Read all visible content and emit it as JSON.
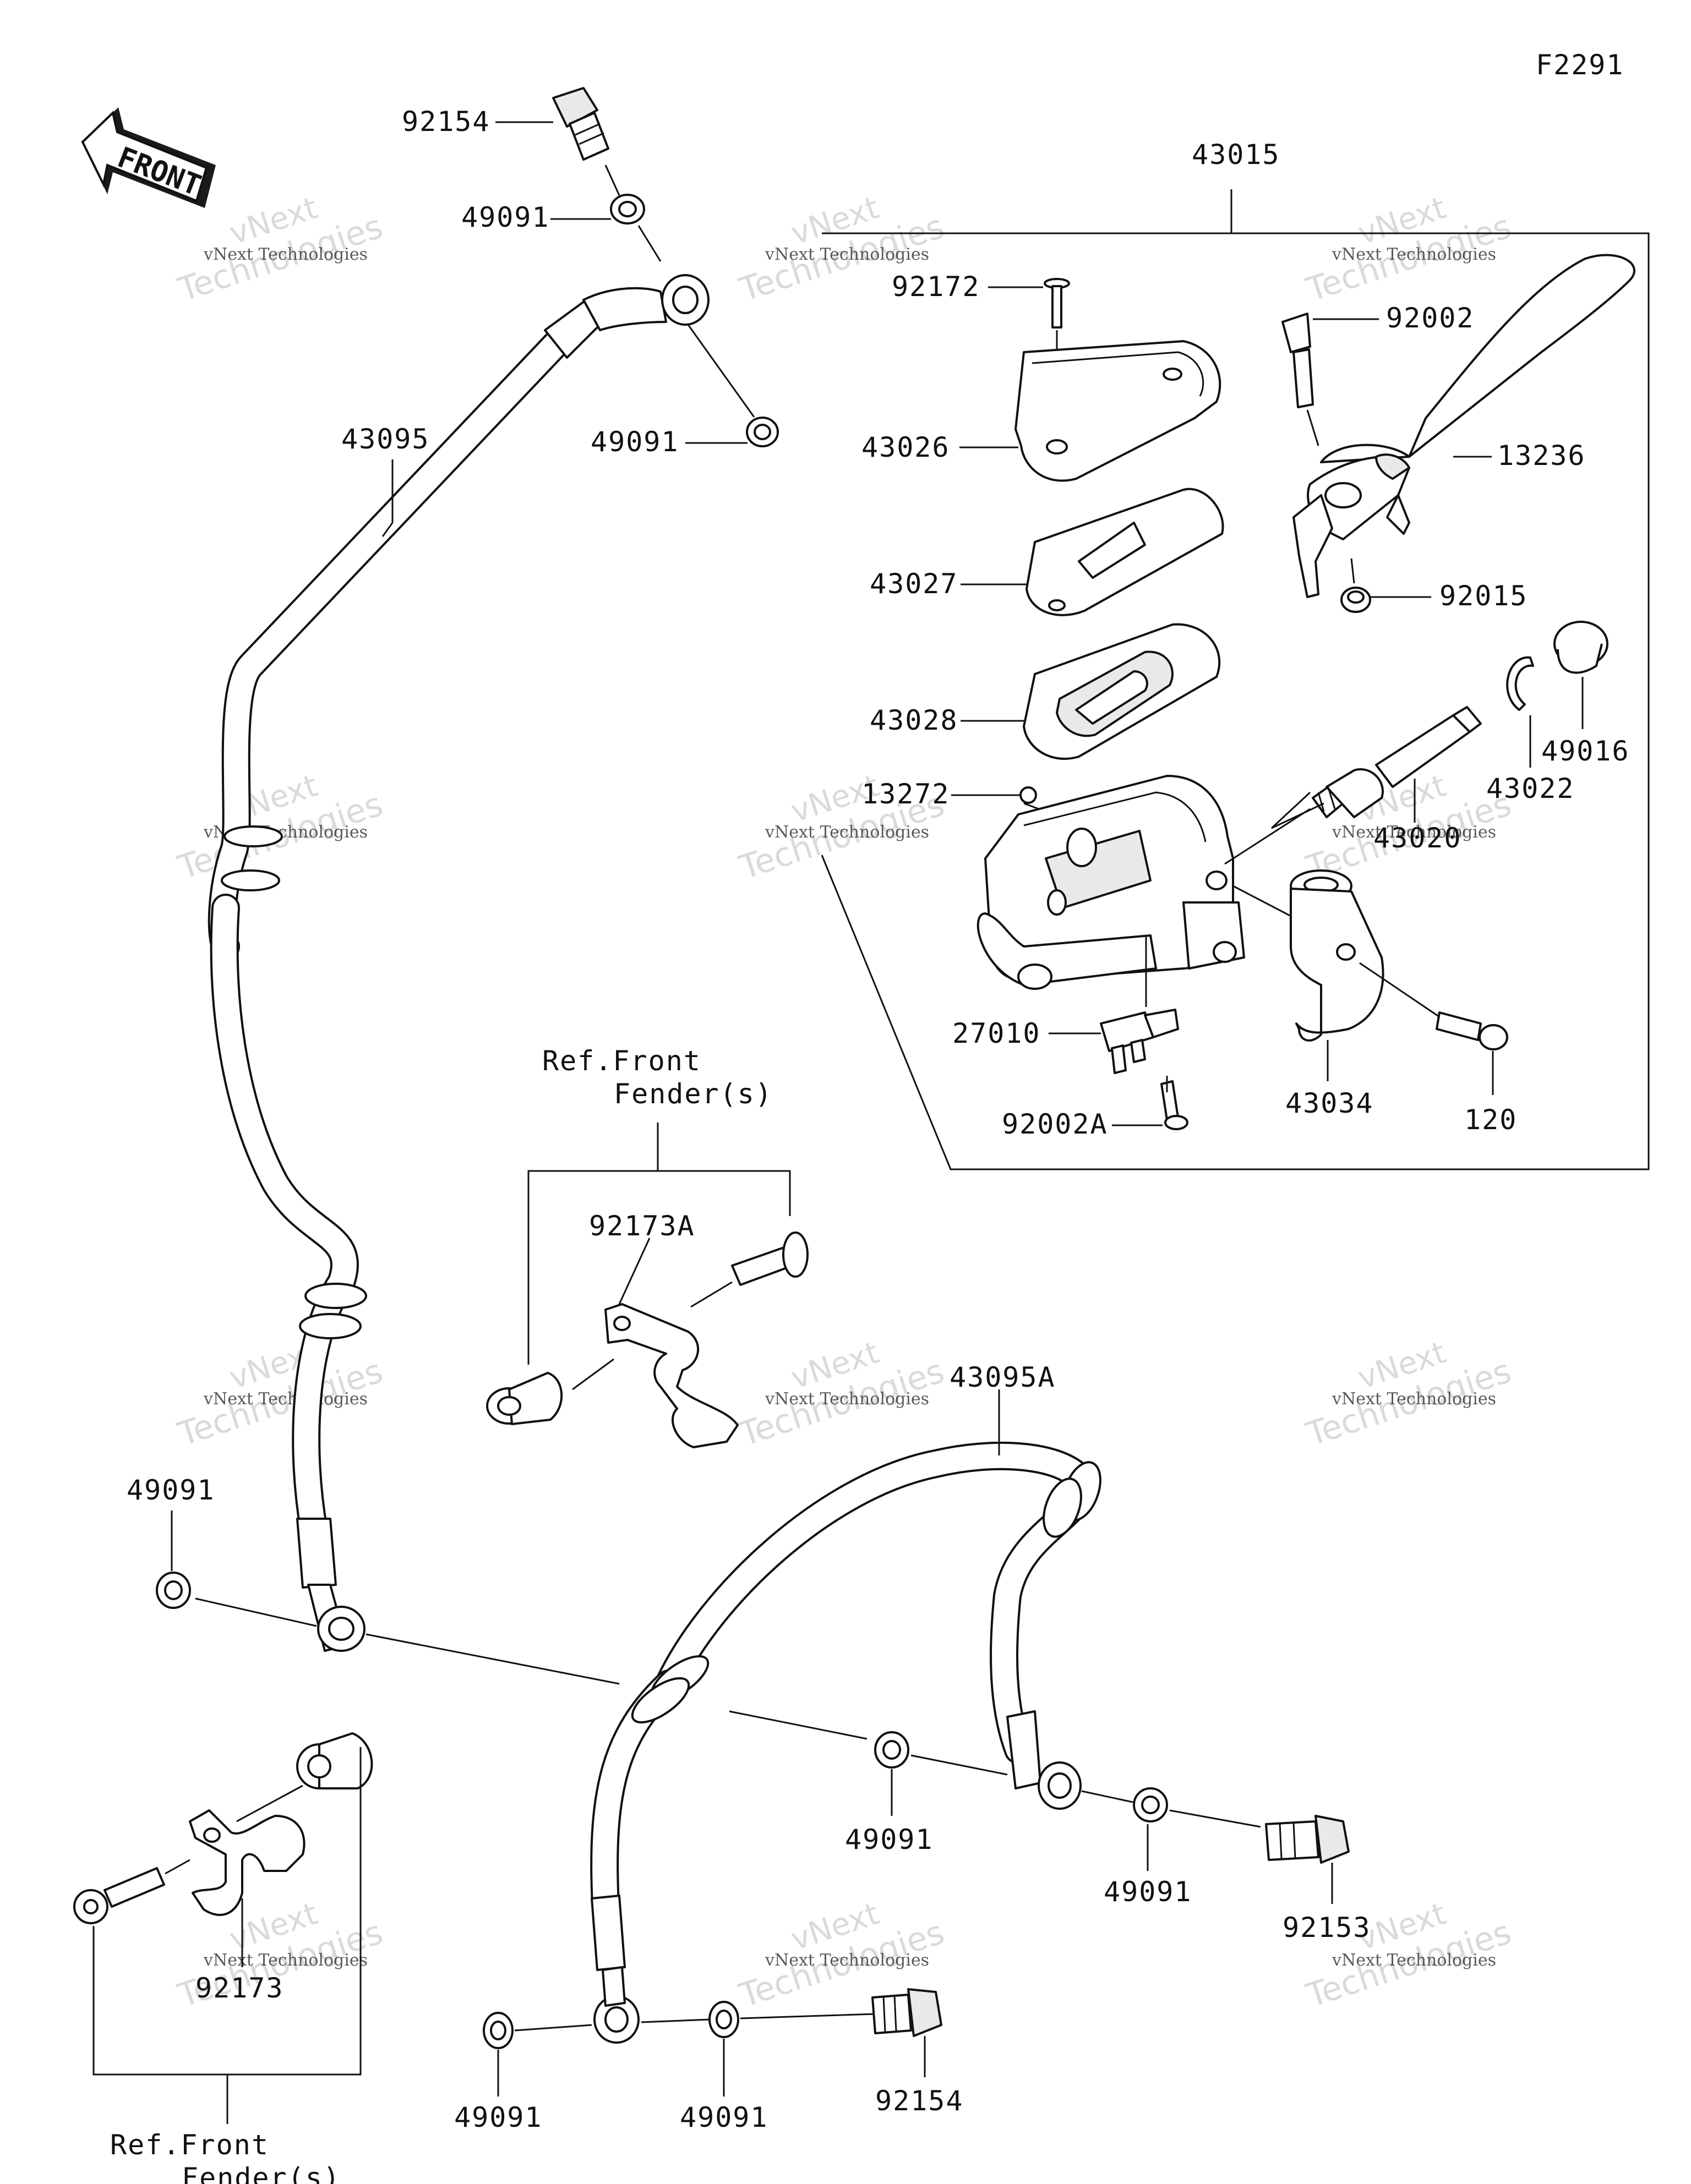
{
  "diagram_id": "F2291",
  "front_label": "FRONT",
  "watermark": {
    "line1": "vNext",
    "line2": "Technologies",
    "small": "vNext Technologies"
  },
  "ref_fender_top": [
    "Ref.Front",
    "Fender(s)"
  ],
  "ref_fender_bottom": [
    "Ref.Front",
    "Fender(s)"
  ],
  "labels": {
    "p92154_top": "92154",
    "p49091_a": "49091",
    "p49091_b": "49091",
    "p43095": "43095",
    "p43015": "43015",
    "p92172": "92172",
    "p43026": "43026",
    "p43027": "43027",
    "p43028": "43028",
    "p13272": "13272",
    "p92002": "92002",
    "p13236": "13236",
    "p92015": "92015",
    "p43022": "43022",
    "p49016": "49016",
    "p43020": "43020",
    "p27010": "27010",
    "p92002A": "92002A",
    "p43034": "43034",
    "p120": "120",
    "p92173A": "92173A",
    "p43095A": "43095A",
    "p49091_c": "49091",
    "p49091_d": "49091",
    "p49091_e": "49091",
    "p92153": "92153",
    "p92173": "92173",
    "p49091_f": "49091",
    "p49091_g": "49091",
    "p92154_bot": "92154"
  }
}
